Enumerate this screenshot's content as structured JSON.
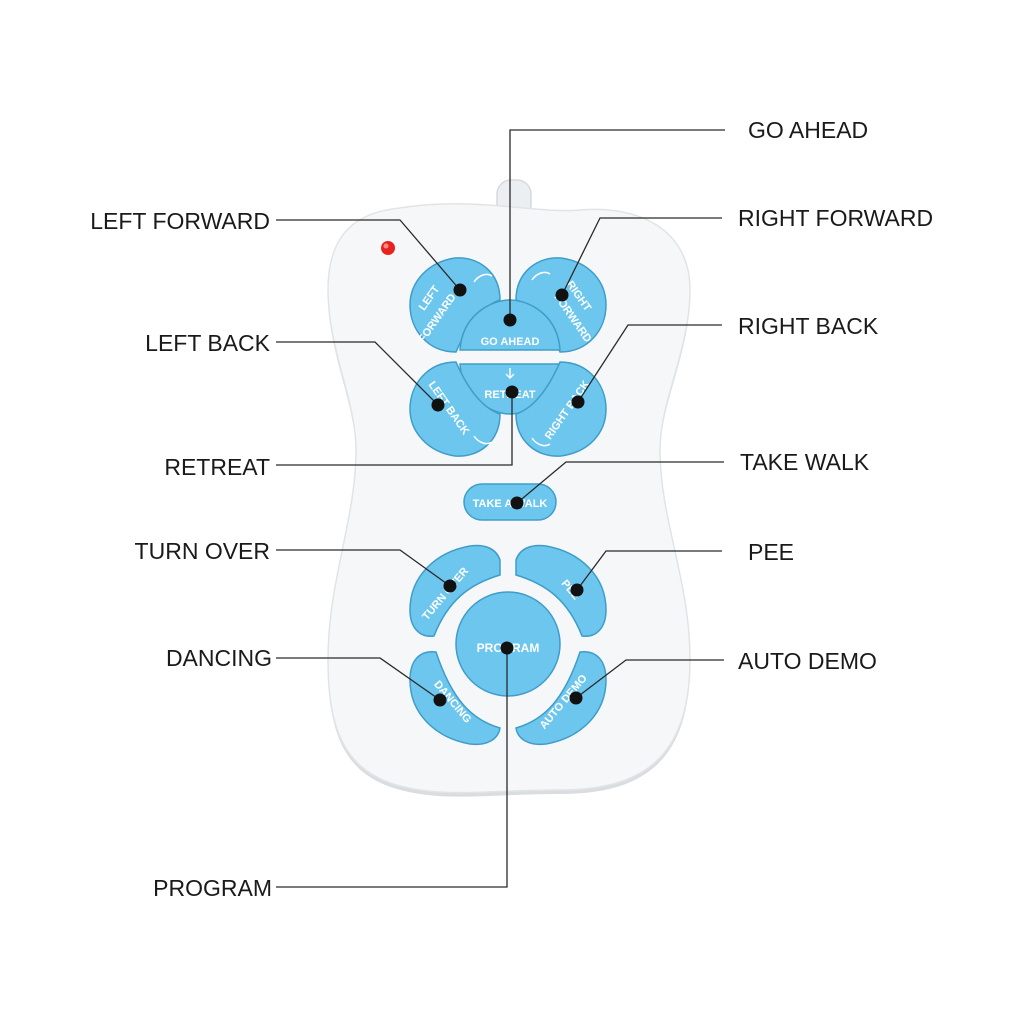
{
  "colors": {
    "body": "#f6f7f8",
    "body_shadow": "#d9dde0",
    "button": "#6cc6ee",
    "button_dark": "#3f9dc8",
    "led": "#e8231f"
  },
  "callouts": {
    "go_ahead": "GO AHEAD",
    "left_forward": "LEFT FORWARD",
    "right_forward": "RIGHT FORWARD",
    "left_back": "LEFT BACK",
    "right_back": "RIGHT BACK",
    "retreat": "RETREAT",
    "take_walk": "TAKE WALK",
    "turn_over": "TURN OVER",
    "pee": "PEE",
    "dancing": "DANCING",
    "auto_demo": "AUTO DEMO",
    "program": "PROGRAM"
  },
  "buttons": {
    "left_forward_l1": "LEFT",
    "left_forward_l2": "FORWARD",
    "right_forward_l1": "RIGHT",
    "right_forward_l2": "FORWARD",
    "go_ahead": "GO AHEAD",
    "retreat": "RETREAT",
    "left_back": "LEFT BACK",
    "right_back": "RIGHT BACK",
    "take_walk": "TAKE A WALK",
    "turn_over": "TURN OVER",
    "pee": "PEE",
    "program": "PROGRAM",
    "dancing": "DANCING",
    "auto_demo": "AUTO DEMO"
  }
}
